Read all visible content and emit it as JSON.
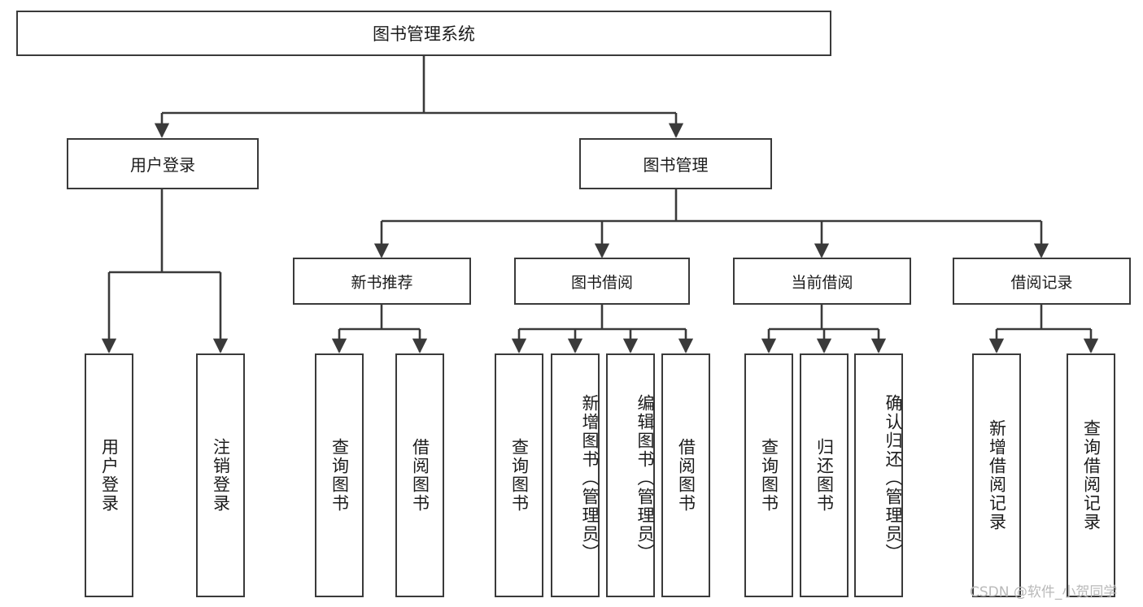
{
  "diagram": {
    "title": "图书管理系统",
    "type": "hierarchy-tree",
    "background": "#ffffff",
    "line_color": "#3a3a3a",
    "text_color": "#1b1b1b",
    "root": {
      "label": "图书管理系统"
    },
    "level1": [
      {
        "label": "用户登录"
      },
      {
        "label": "图书管理"
      }
    ],
    "level2": [
      {
        "label": "新书推荐"
      },
      {
        "label": "图书借阅"
      },
      {
        "label": "当前借阅"
      },
      {
        "label": "借阅记录"
      }
    ],
    "leaves": {
      "user_login": [
        {
          "label": "用户登录"
        },
        {
          "label": "注销登录"
        }
      ],
      "new_book_recommend": [
        {
          "label": "查询图书"
        },
        {
          "label": "借阅图书"
        }
      ],
      "book_borrow": [
        {
          "label": "查询图书"
        },
        {
          "label": "新增图书（管理员）"
        },
        {
          "label": "编辑图书（管理员）"
        },
        {
          "label": "借阅图书"
        }
      ],
      "current_borrow": [
        {
          "label": "查询图书"
        },
        {
          "label": "归还图书"
        },
        {
          "label": "确认归还（管理员）"
        }
      ],
      "borrow_record": [
        {
          "label": "新增借阅记录"
        },
        {
          "label": "查询借阅记录"
        }
      ]
    }
  },
  "watermark": {
    "text": "CSDN @软件_小贺同学"
  }
}
